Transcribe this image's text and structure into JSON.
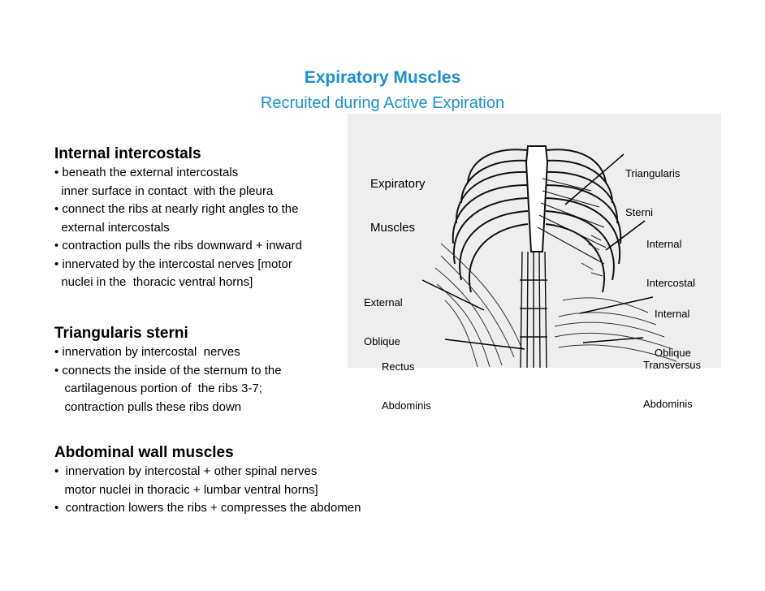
{
  "slide": {
    "title": "Expiratory Muscles",
    "subtitle": "Recruited during Active Expiration"
  },
  "sections": [
    {
      "heading": "Internal intercostals",
      "lines": [
        "• beneath the external intercostals",
        "  inner surface in contact  with the pleura",
        "• connect the ribs at nearly right angles to the",
        "  external intercostals",
        "• contraction pulls the ribs downward + inward",
        "• innervated by the intercostal nerves [motor",
        "  nuclei in the  thoracic ventral horns]"
      ]
    },
    {
      "heading": "Triangularis sterni",
      "lines": [
        "• innervation by intercostal  nerves",
        "• connects the inside of the sternum to the",
        "   cartilagenous portion of  the ribs 3-7;",
        "   contraction pulls these ribs down"
      ]
    },
    {
      "heading": "Abdominal wall muscles",
      "lines": [
        "•  innervation by intercostal + other spinal nerves",
        "   motor nuclei in thoracic + lumbar ventral horns]",
        "•  contraction lowers the ribs + compresses the abdomen"
      ]
    }
  ],
  "figure": {
    "heading_line1": "Expiratory",
    "heading_line2": "Muscles",
    "labels": {
      "triangularis_line1": "Triangularis",
      "triangularis_line2": "Sterni",
      "internal_intercostal_line1": "Internal",
      "internal_intercostal_line2": "Intercostal",
      "external_oblique_line1": "External",
      "external_oblique_line2": "Oblique",
      "internal_oblique_line1": "Internal",
      "internal_oblique_line2": "Oblique",
      "rectus_line1": "Rectus",
      "rectus_line2": "Abdominis",
      "transversus_line1": "Transversus",
      "transversus_line2": "Abdominis"
    }
  },
  "colors": {
    "title": "#1b8fd2",
    "text": "#000000",
    "figure_background": "#eeeeee"
  }
}
